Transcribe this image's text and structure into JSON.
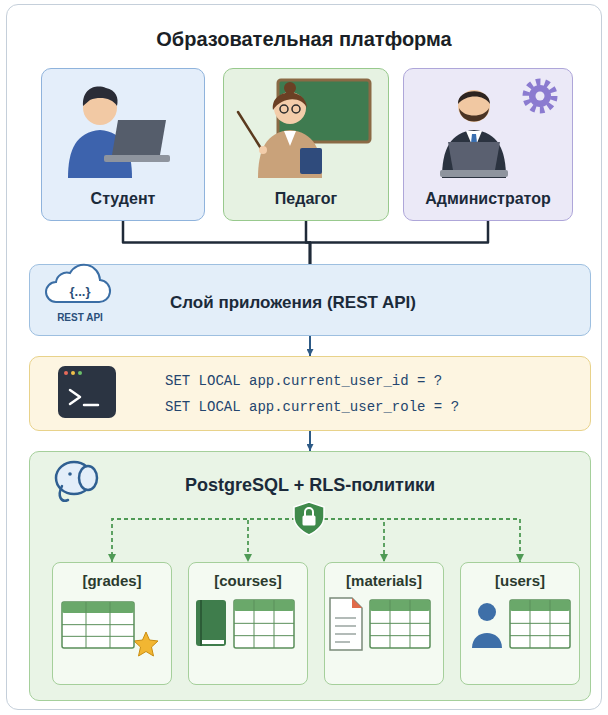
{
  "diagram": {
    "nodes": [
      {
        "text": [
          "Образовательная платформа"
        ]
      },
      {
        "text": [
          "Студент"
        ],
        "in": 0
      },
      {
        "text": [
          "Педагог"
        ],
        "in": 0
      },
      {
        "text": [
          "Администратор"
        ],
        "in": 0
      },
      {
        "text": [
          "{...}",
          "REST API",
          "Слой приложения (REST API)"
        ],
        "in": 0
      },
      {
        "text": [
          "SET LOCAL app.current_user_id = ?",
          "SET LOCAL app.current_user_role = ?"
        ],
        "in": 0
      },
      {
        "text": [
          "PostgreSQL + RLS-политики"
        ],
        "in": 0
      },
      {
        "text": [
          "[grades]"
        ],
        "in": 6
      },
      {
        "text": [
          "[courses]"
        ],
        "in": 6
      },
      {
        "text": [
          "[materials]"
        ],
        "in": 6
      },
      {
        "text": [
          "[users]"
        ],
        "in": 6
      }
    ],
    "edges": [
      {
        "from": 1,
        "to": 4,
        "arrow": "none"
      },
      {
        "from": 2,
        "to": 4,
        "arrow": "none"
      },
      {
        "from": 3,
        "to": 4,
        "arrow": "none"
      },
      {
        "from": 4,
        "to": 5,
        "arrow": "to"
      },
      {
        "from": 5,
        "to": 6,
        "arrow": "to"
      },
      {
        "from": 6,
        "to": 7,
        "arrow": "to"
      },
      {
        "from": 6,
        "to": 8,
        "arrow": "to"
      },
      {
        "from": 6,
        "to": 9,
        "arrow": "to"
      },
      {
        "from": 6,
        "to": 10,
        "arrow": "to"
      }
    ]
  }
}
